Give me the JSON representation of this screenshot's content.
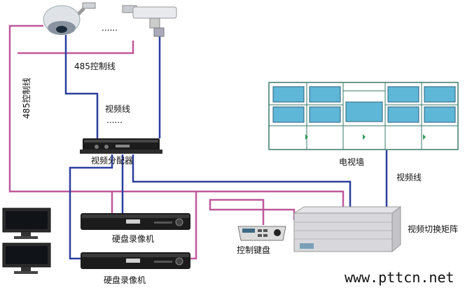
{
  "labels": {
    "ctrl_485_top": "485控制线",
    "ctrl_485_left": "485控制线",
    "video_line_top": "视频线",
    "video_dots_top": "......",
    "camera_dots": "......",
    "distributor": "视频分配器",
    "tv_wall": "电视墙",
    "video_line_right": "视频线",
    "matrix": "视频切换矩阵",
    "dvr_1": "硬盘录像机",
    "dvr_2": "硬盘录像机",
    "keyboard": "控制键盘",
    "watermark": "www.pttcn.net"
  },
  "colors": {
    "control_line": "#c0589a",
    "video_line": "#2a3f9e",
    "device_dark": "#1c1c1c",
    "device_silver": "#d8d8dc",
    "monitor_screen": "#5fb7d8",
    "tv_wall_frame": "#3a7a6a"
  },
  "icons": [
    "dome-camera-icon",
    "box-camera-icon",
    "lcd-monitor-icon",
    "keyboard-icon",
    "dvr-icon",
    "matrix-switcher-icon"
  ]
}
